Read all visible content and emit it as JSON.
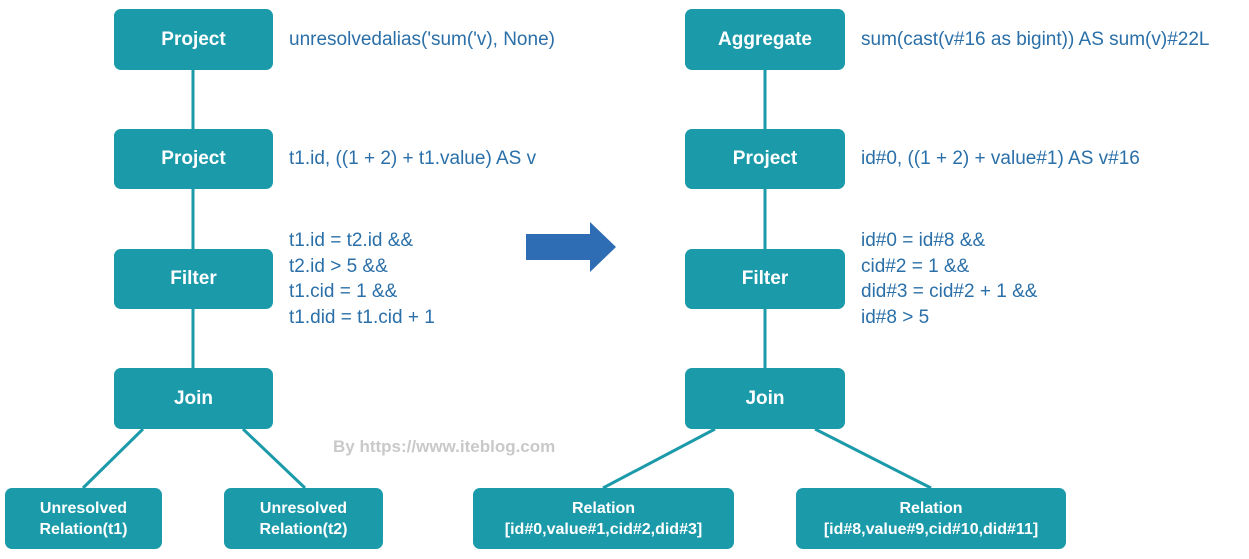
{
  "left_tree": {
    "node_project_top": "Project",
    "note_project_top": "unresolvedalias('sum('v), None)",
    "node_project": "Project",
    "note_project": "t1.id, ((1 + 2) + t1.value) AS v",
    "node_filter": "Filter",
    "note_filter": [
      "t1.id = t2.id &&",
      "t2.id > 5 &&",
      "t1.cid = 1 &&",
      "t1.did = t1.cid + 1"
    ],
    "node_join": "Join",
    "leaf1": [
      "Unresolved",
      "Relation(t1)"
    ],
    "leaf2": [
      "Unresolved",
      "Relation(t2)"
    ]
  },
  "right_tree": {
    "node_aggregate": "Aggregate",
    "note_aggregate": "sum(cast(v#16 as bigint)) AS sum(v)#22L",
    "node_project": "Project",
    "note_project": "id#0, ((1 + 2) + value#1) AS v#16",
    "node_filter": "Filter",
    "note_filter": [
      "id#0 = id#8 &&",
      "cid#2 = 1 &&",
      "did#3 = cid#2 + 1 &&",
      "id#8 > 5"
    ],
    "node_join": "Join",
    "leaf1": [
      "Relation",
      "[id#0,value#1,cid#2,did#3]"
    ],
    "leaf2": [
      "Relation",
      "[id#8,value#9,cid#10,did#11]"
    ]
  },
  "watermark": "By https://www.iteblog.com",
  "colors": {
    "node": "#1b9aaa",
    "text": "#2a6fa8",
    "arrow": "#2e6db4",
    "watermark": "#c9c9c9"
  }
}
